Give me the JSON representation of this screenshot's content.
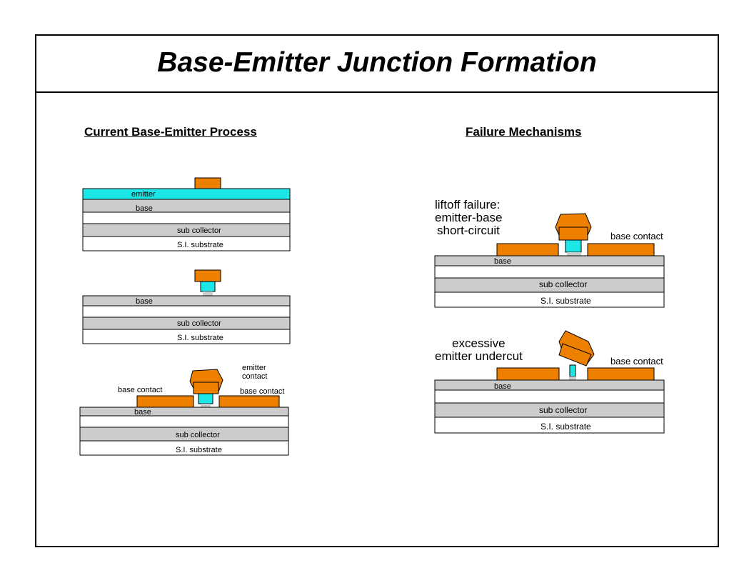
{
  "title": "Base-Emitter Junction Formation",
  "headings": {
    "left": "Current Base-Emitter Process",
    "right": "Failure Mechanisms"
  },
  "colors": {
    "metal": "#ee8000",
    "emitter": "#1ce6e6",
    "gray_layer": "#cccccc",
    "white_layer": "#ffffff",
    "outline": "#000000"
  },
  "layers": {
    "emitter": "emitter",
    "base": "base",
    "sub_collector": "sub collector",
    "substrate": "S.I. substrate"
  },
  "labels": {
    "base_contact": "base contact",
    "emitter_contact_line1": "emitter",
    "emitter_contact_line2": "contact",
    "liftoff_line1": "liftoff failure:",
    "liftoff_line2": "emitter-base",
    "liftoff_line3": "short-circuit",
    "undercut_line1": "excessive",
    "undercut_line2": "emitter undercut"
  }
}
